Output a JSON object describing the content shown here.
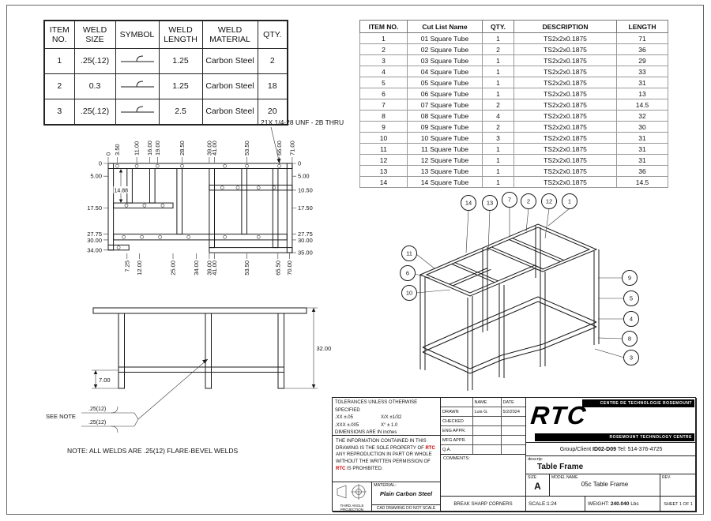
{
  "weld_table": {
    "headers": {
      "item": "ITEM NO.",
      "size": "WELD SIZE",
      "symbol": "SYMBOL",
      "length": "WELD LENGTH",
      "material": "WELD MATERIAL",
      "qty": "QTY."
    },
    "rows": [
      {
        "item": "1",
        "size": ".25(.12)",
        "length": "1.25",
        "material": "Carbon Steel",
        "qty": "2"
      },
      {
        "item": "2",
        "size": "0.3",
        "length": "1.25",
        "material": "Carbon Steel",
        "qty": "18"
      },
      {
        "item": "3",
        "size": ".25(.12)",
        "length": "2.5",
        "material": "Carbon Steel",
        "qty": "20"
      }
    ]
  },
  "cut_list": {
    "headers": [
      "ITEM NO.",
      "Cut List Name",
      "QTY.",
      "DESCRIPTION",
      "LENGTH"
    ],
    "rows": [
      [
        "1",
        "01 Square Tube",
        "1",
        "TS2x2x0.1875",
        "71"
      ],
      [
        "2",
        "02 Square Tube",
        "2",
        "TS2x2x0.1875",
        "36"
      ],
      [
        "3",
        "03 Square Tube",
        "1",
        "TS2x2x0.1875",
        "29"
      ],
      [
        "4",
        "04 Square Tube",
        "1",
        "TS2x2x0.1875",
        "33"
      ],
      [
        "5",
        "05 Square Tube",
        "1",
        "TS2x2x0.1875",
        "31"
      ],
      [
        "6",
        "06 Square Tube",
        "1",
        "TS2x2x0.1875",
        "13"
      ],
      [
        "7",
        "07 Square Tube",
        "2",
        "TS2x2x0.1875",
        "14.5"
      ],
      [
        "8",
        "08 Square Tube",
        "4",
        "TS2x2x0.1875",
        "32"
      ],
      [
        "9",
        "09 Square Tube",
        "2",
        "TS2x2x0.1875",
        "30"
      ],
      [
        "10",
        "10 Square Tube",
        "3",
        "TS2x2x0.1875",
        "31"
      ],
      [
        "11",
        "11 Square Tube",
        "1",
        "TS2x2x0.1875",
        "31"
      ],
      [
        "12",
        "12 Square Tube",
        "1",
        "TS2x2x0.1875",
        "31"
      ],
      [
        "13",
        "13 Square Tube",
        "1",
        "TS2x2x0.1875",
        "36"
      ],
      [
        "14",
        "14 Square Tube",
        "1",
        "TS2x2x0.1875",
        "14.5"
      ]
    ]
  },
  "top_view": {
    "hole_callout": "21X 1/4-28 UNF - 2B THRU",
    "dims_top": [
      "0",
      "3.50",
      "11.00",
      "16.00",
      "19.00",
      "28.50",
      "39.00",
      "41.00",
      "53.50",
      "66.00",
      "71.00"
    ],
    "dims_left": [
      "0",
      "5.00",
      "17.50",
      "27.75",
      "30.00",
      "34.00"
    ],
    "dim_inner": "14.88",
    "dims_right": [
      "0",
      "5.00",
      "10.50",
      "17.50",
      "27.75",
      "30.00",
      "35.00"
    ],
    "dims_bottom": [
      "7.25",
      "12.00",
      "25.00",
      "34.00",
      "39.00",
      "41.00",
      "53.50",
      "65.50",
      "70.00"
    ]
  },
  "front_view": {
    "height_dim": "32.00",
    "rail_dim": "7.00"
  },
  "weld_notes": {
    "see_note": "SEE NOTE",
    "callout_top": ".25(12)",
    "callout_bottom": ".25(12)",
    "note": "NOTE: ALL WELDS ARE .25(12) FLARE-BEVEL WELDS"
  },
  "iso_view": {
    "balloons": [
      "14",
      "13",
      "7",
      "2",
      "12",
      "1",
      "11",
      "6",
      "10",
      "9",
      "5",
      "4",
      "8",
      "3"
    ]
  },
  "title_block": {
    "tolerances_title": "TOLERANCES UNLESS OTHERWISE SPECIFIED",
    "tol_xx": ".XX ±.05",
    "tol_frac": "X/X ±1/32",
    "tol_xxx": ".XXX ±.005",
    "tol_ang": "X° ± 1.0",
    "tol_units": "DIMENSIONS ARE IN inches",
    "approvals": {
      "name_header": "NAME",
      "date_header": "DATE",
      "rows": [
        {
          "label": "DRAWN",
          "name": "Luis G.",
          "date": "5/2/2024"
        },
        {
          "label": "CHECKED",
          "name": "",
          "date": ""
        },
        {
          "label": "ENG APPR.",
          "name": "",
          "date": ""
        },
        {
          "label": "MFG APPR.",
          "name": "",
          "date": ""
        },
        {
          "label": "Q.A.",
          "name": "",
          "date": ""
        }
      ],
      "comments_label": "COMMENTS:"
    },
    "legal_1": "THE INFORMATION CONTAINED IN THIS DRAWING IS THE SOLE PROPERTY OF ",
    "legal_rtc1": "RTC",
    "legal_2": " ANY REPRODUCTION IN PART OR WHOLE WITHOUT THE WRITTEN PERMISSION OF ",
    "legal_rtc2": "RTC",
    "legal_3": " IS PROHIBITED.",
    "projection_label": "THIRD ANGLE PROJECTION",
    "material_label": "MATERIAL:",
    "material_value": "Plain Carbon Steel",
    "cad_note": "CAD DRAWING DO NOT SCALE",
    "break_note": "BREAK SHARP CORNERS",
    "logo_top": "CENTRE DE TECHNOLOGIE ROSEMOUNT",
    "logo_name": "RTC",
    "logo_bottom": "ROSEMOUNT TECHNOLOGY CENTRE",
    "group_label": "Group/Client ",
    "group_value": "ID02-D09",
    "group_tel": " Tel: 514-376-4725",
    "descrip_label": "descrip:",
    "drawing_title": "Table Frame",
    "size_label": "SIZE",
    "size_value": "A",
    "model_label": "MODEL NAME",
    "model_value": "05c Table Frame",
    "rev_label": "REV.",
    "scale_text": "SCALE:1:24",
    "weight_label": "WEIGHT: ",
    "weight_value": "240.040",
    "weight_unit": " Lbs",
    "sheet_text": "SHEET 1  OF 1"
  }
}
